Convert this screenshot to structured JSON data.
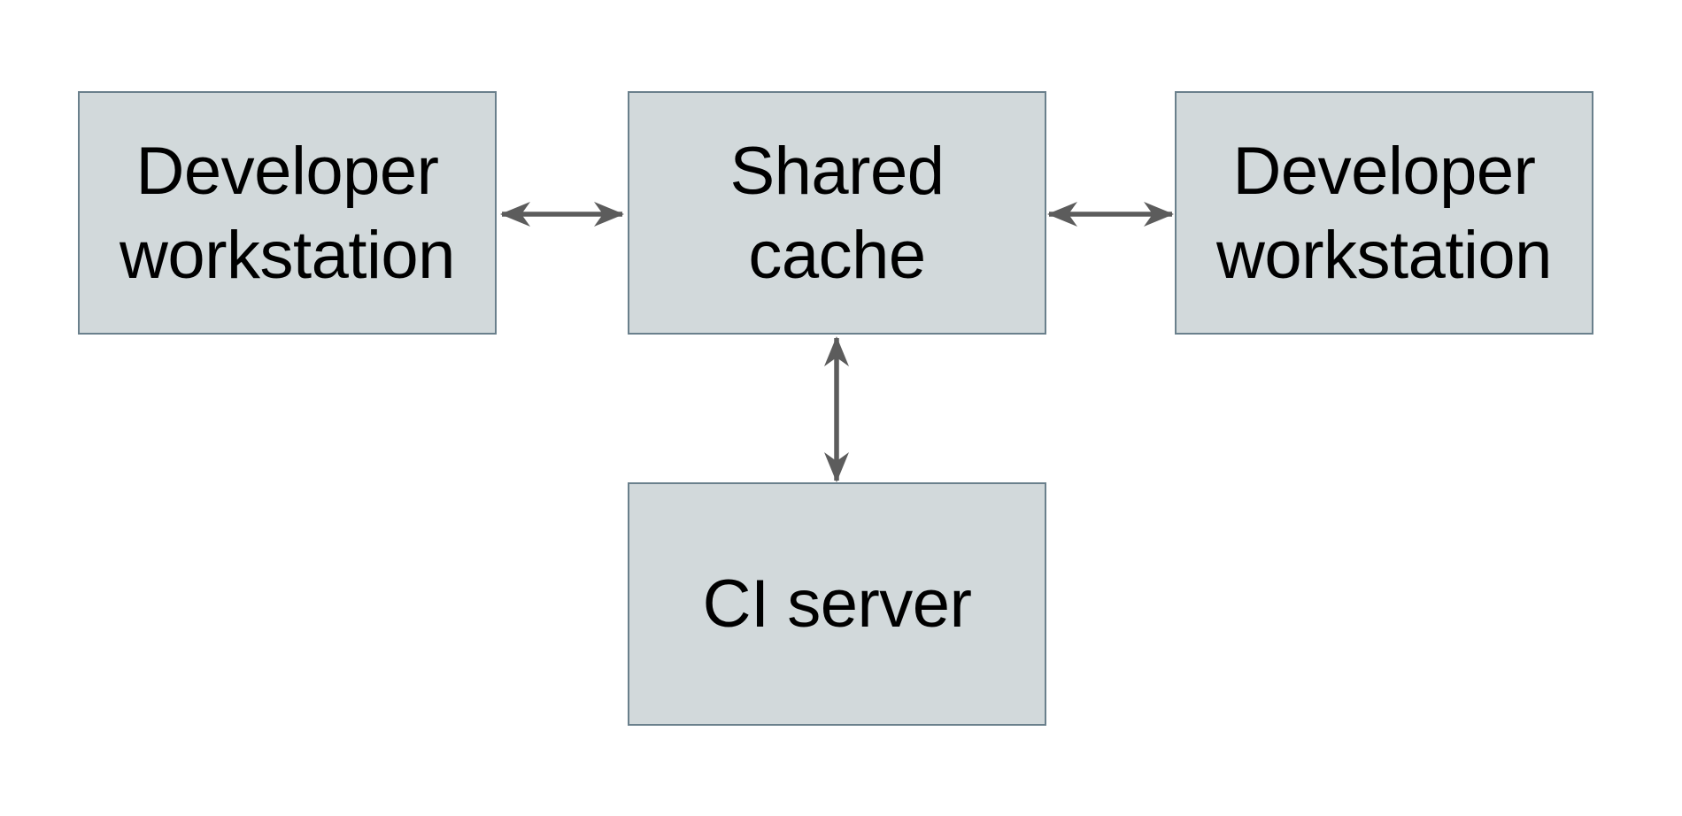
{
  "diagram": {
    "type": "architecture-diagram",
    "colors": {
      "background": "#ffffff",
      "node_fill": "#d2d9db",
      "node_border": "#6a808c",
      "arrow": "#5c5c5c",
      "text": "#000000"
    },
    "nodes": [
      {
        "id": "developer-workstation-left",
        "label": "Developer workstation",
        "lines": [
          "Developer",
          "workstation"
        ]
      },
      {
        "id": "shared-cache",
        "label": "Shared cache",
        "lines": [
          "Shared",
          "cache"
        ]
      },
      {
        "id": "developer-workstation-right",
        "label": "Developer workstation",
        "lines": [
          "Developer",
          "workstation"
        ]
      },
      {
        "id": "ci-server",
        "label": "CI server",
        "lines": [
          "CI server"
        ]
      }
    ],
    "edges": [
      {
        "from": "developer-workstation-left",
        "to": "shared-cache",
        "style": "double-headed-arrow"
      },
      {
        "from": "shared-cache",
        "to": "developer-workstation-right",
        "style": "double-headed-arrow"
      },
      {
        "from": "shared-cache",
        "to": "ci-server",
        "style": "double-headed-arrow"
      }
    ]
  }
}
